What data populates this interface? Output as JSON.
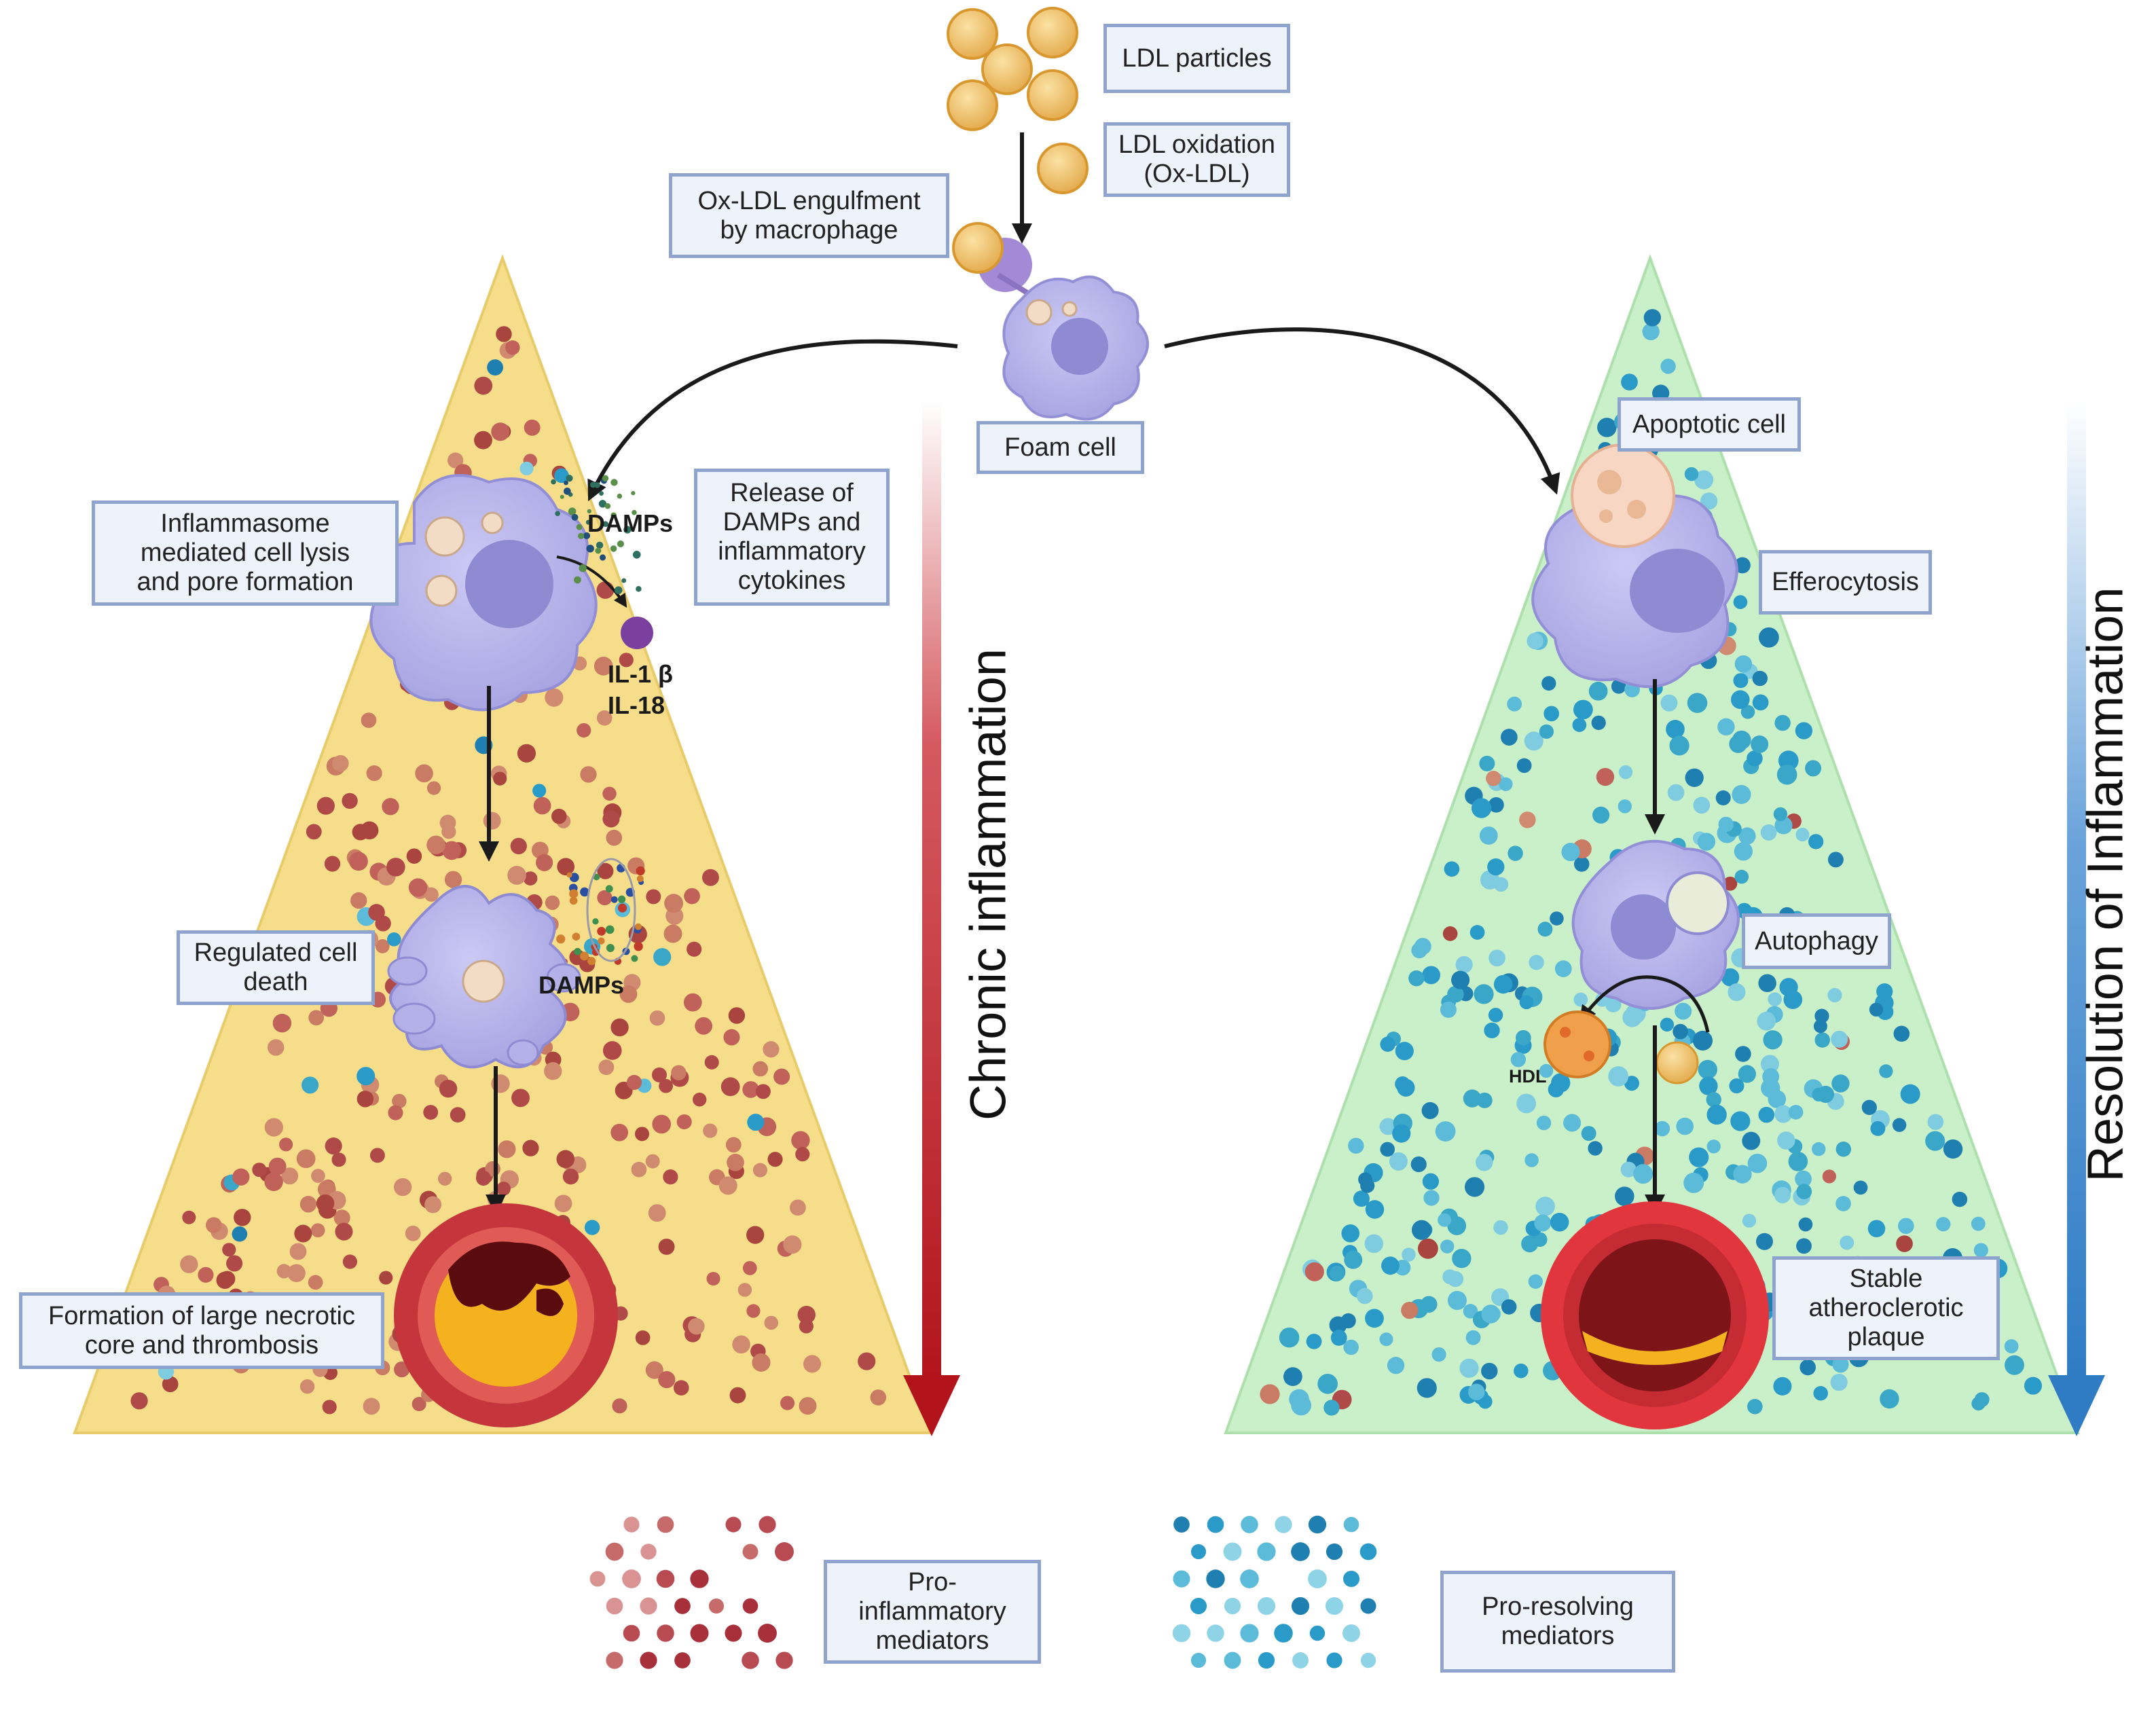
{
  "labels": {
    "ldl_particles": "LDL particles",
    "ldl_oxidation": "LDL oxidation\n(Ox-LDL)",
    "oxldl_engulfment": "Ox-LDL engulfment\nby macrophage",
    "foam_cell": "Foam cell",
    "inflammasome": "Inflammasome\nmediated cell lysis\nand pore formation",
    "release_damps": "Release of\nDAMPs and\ninflammatory\ncytokines",
    "regulated_death": "Regulated cell\ndeath",
    "necrotic_core": "Formation of large necrotic\ncore and thrombosis",
    "apoptotic_cell": "Apoptotic cell",
    "efferocytosis": "Efferocytosis",
    "autophagy": "Autophagy",
    "stable_plaque": "Stable\natheroclerotic\nplaque",
    "pro_inflammatory": "Pro-\ninflammatory\nmediators",
    "pro_resolving": "Pro-resolving\nmediators"
  },
  "annotations": {
    "damps_top": "DAMPs",
    "damps_bottom": "DAMPs",
    "cytokines": "IL-1 β\nIL-18",
    "hdl": "HDL"
  },
  "side_arrows": {
    "chronic": "Chronic inflammation",
    "resolution": "Resolution of Inflammation"
  },
  "colors": {
    "left_triangle": "#f5dd8a",
    "right_triangle": "#c9f0c9",
    "pro_inflammatory_dot": "#b6504a",
    "pro_resolving_dot": "#2a9bc8",
    "chronic_arrow": "#b3141c",
    "resolution_arrow": "#2f7cc4",
    "cell_purple": "#b4b1e8",
    "label_border": "#8ea4cf"
  }
}
